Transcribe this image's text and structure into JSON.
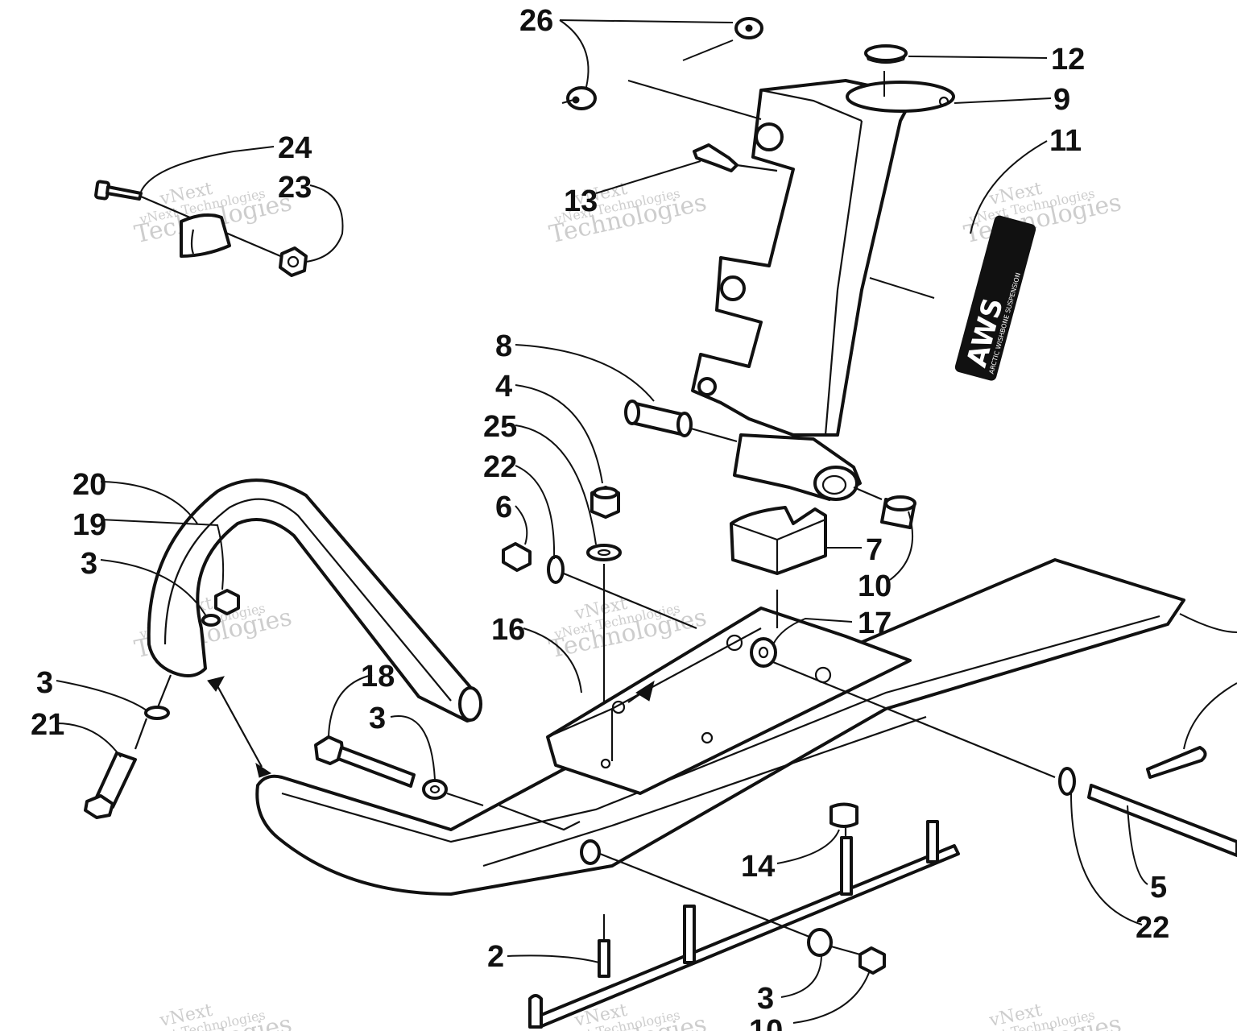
{
  "diagram": {
    "callouts": [
      {
        "id": "c26",
        "text": "26"
      },
      {
        "id": "c12",
        "text": "12"
      },
      {
        "id": "c9",
        "text": "9"
      },
      {
        "id": "c11",
        "text": "11"
      },
      {
        "id": "c24",
        "text": "24"
      },
      {
        "id": "c23",
        "text": "23"
      },
      {
        "id": "c13",
        "text": "13"
      },
      {
        "id": "c8",
        "text": "8"
      },
      {
        "id": "c4",
        "text": "4"
      },
      {
        "id": "c25",
        "text": "25"
      },
      {
        "id": "c22a",
        "text": "22"
      },
      {
        "id": "c6",
        "text": "6"
      },
      {
        "id": "c7",
        "text": "7"
      },
      {
        "id": "c10a",
        "text": "10"
      },
      {
        "id": "c20",
        "text": "20"
      },
      {
        "id": "c19",
        "text": "19"
      },
      {
        "id": "c3a",
        "text": "3"
      },
      {
        "id": "c16",
        "text": "16"
      },
      {
        "id": "c17",
        "text": "17"
      },
      {
        "id": "c3b",
        "text": "3"
      },
      {
        "id": "c21",
        "text": "21"
      },
      {
        "id": "c18",
        "text": "18"
      },
      {
        "id": "c3c",
        "text": "3"
      },
      {
        "id": "c14",
        "text": "14"
      },
      {
        "id": "c5",
        "text": "5"
      },
      {
        "id": "c22b",
        "text": "22"
      },
      {
        "id": "c2",
        "text": "2"
      },
      {
        "id": "c3d",
        "text": "3"
      },
      {
        "id": "c10b",
        "text": "10"
      }
    ],
    "badge": {
      "logo": "AWS",
      "tagline": "ARCTIC WISHBONE SUSPENSION"
    },
    "watermark": [
      "vNext",
      "vNext Technologies",
      "Technologies"
    ]
  }
}
